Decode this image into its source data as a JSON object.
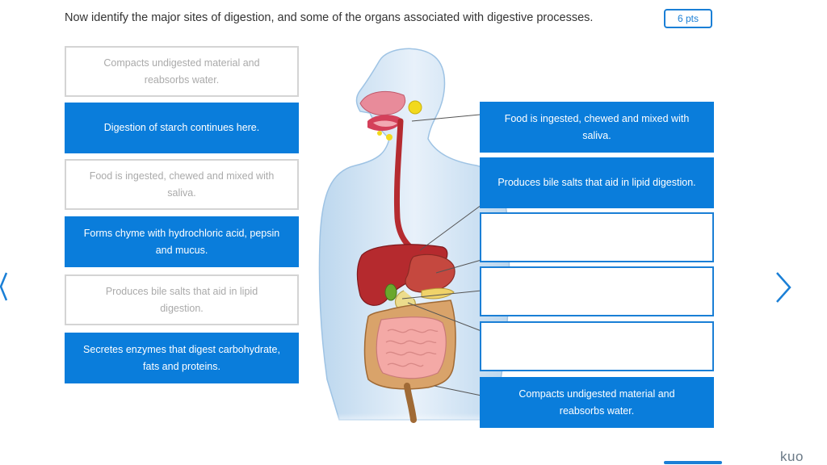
{
  "question": {
    "text": "Now identify the major sites of digestion, and some of the organs associated with digestive processes.",
    "points": "6 pts"
  },
  "left_cards": [
    {
      "text": "Compacts undigested material and reabsorbs water.",
      "state": "placed"
    },
    {
      "text": "Digestion of starch continues here.",
      "state": "available"
    },
    {
      "text": "Food is ingested, chewed and mixed with saliva.",
      "state": "placed"
    },
    {
      "text": "Forms chyme with hydrochloric acid, pepsin and mucus.",
      "state": "available"
    },
    {
      "text": "Produces bile salts that aid in lipid digestion.",
      "state": "placed"
    },
    {
      "text": "Secretes enzymes that digest carbohydrate, fats and proteins.",
      "state": "available"
    }
  ],
  "right_slots": [
    {
      "text": "Food is ingested, chewed and mixed with saliva.",
      "filled": true
    },
    {
      "text": "Produces bile salts that aid in lipid digestion.",
      "filled": true
    },
    {
      "text": "",
      "filled": false
    },
    {
      "text": "",
      "filled": false
    },
    {
      "text": "",
      "filled": false
    },
    {
      "text": "Compacts undigested material and reabsorbs water.",
      "filled": true
    }
  ],
  "navigation": {
    "prev_icon": "chevron-left-icon",
    "next_icon": "chevron-right-icon"
  },
  "brand": {
    "logo_text": "kuo"
  },
  "colors": {
    "accent": "#0a7ddb",
    "slot_border": "#1a7fd6",
    "ghost_border": "#d4d4d4"
  }
}
